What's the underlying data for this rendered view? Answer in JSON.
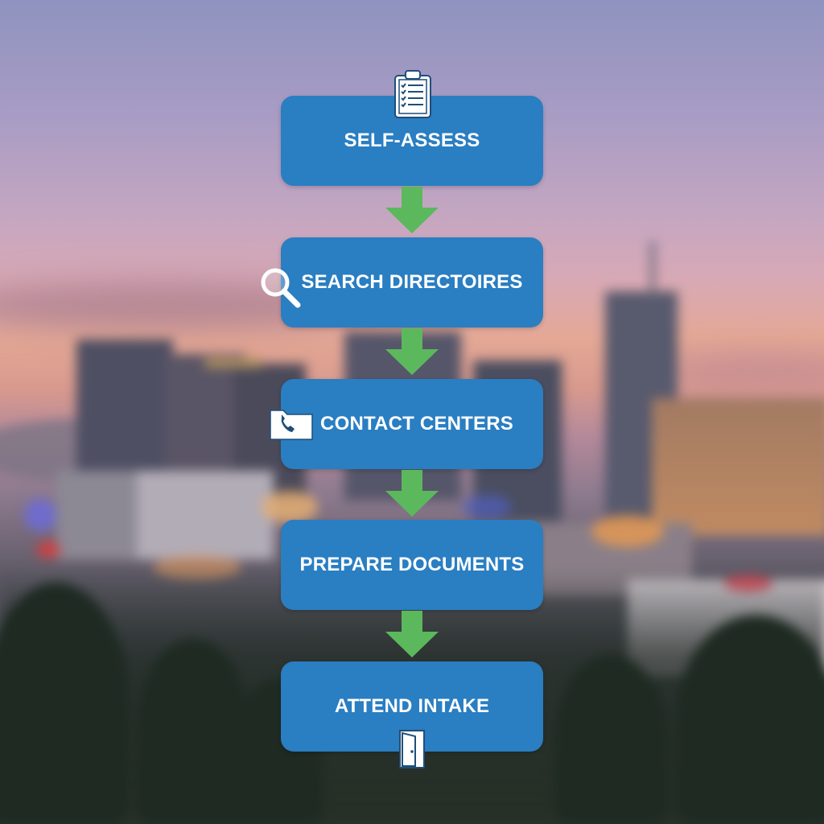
{
  "diagram": {
    "steps": [
      {
        "label": "SELF-ASSESS",
        "icon": "clipboard-checklist-icon"
      },
      {
        "label": "SEARCH DIRECTOIRES",
        "icon": "magnifier-icon"
      },
      {
        "label": "CONTACT CENTERS",
        "icon": "folder-phone-icon"
      },
      {
        "label": "PREPARE DOCUMENTS",
        "icon": ""
      },
      {
        "label": "ATTEND INTAKE",
        "icon": "door-icon"
      }
    ],
    "colors": {
      "box": "#2a7ec2",
      "arrow": "#5cb85c",
      "text": "#ffffff"
    }
  }
}
